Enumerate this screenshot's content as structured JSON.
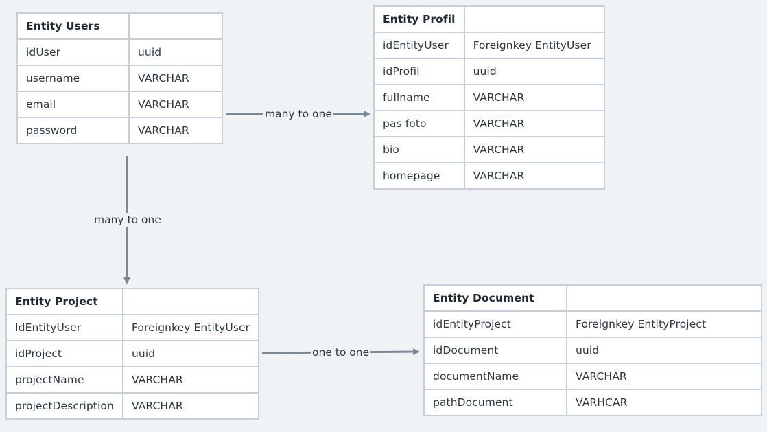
{
  "colors": {
    "background": "#f0f3f6",
    "border": "#c7d0da",
    "arrow": "#7a8896"
  },
  "entities": {
    "users": {
      "title": "Entity Users",
      "rows": [
        {
          "field": "idUser",
          "type": "uuid"
        },
        {
          "field": "username",
          "type": "VARCHAR"
        },
        {
          "field": "email",
          "type": "VARCHAR"
        },
        {
          "field": "password",
          "type": "VARCHAR"
        }
      ]
    },
    "profil": {
      "title": "Entity Profil",
      "rows": [
        {
          "field": "idEntityUser",
          "type": "Foreignkey EntityUser"
        },
        {
          "field": "idProfil",
          "type": "uuid"
        },
        {
          "field": "fullname",
          "type": "VARCHAR"
        },
        {
          "field": "pas foto",
          "type": "VARCHAR"
        },
        {
          "field": "bio",
          "type": "VARCHAR"
        },
        {
          "field": "homepage",
          "type": "VARCHAR"
        }
      ]
    },
    "project": {
      "title": "Entity Project",
      "rows": [
        {
          "field": "IdEntityUser",
          "type": "Foreignkey EntityUser"
        },
        {
          "field": "idProject",
          "type": "uuid"
        },
        {
          "field": "projectName",
          "type": "VARCHAR"
        },
        {
          "field": "projectDescription",
          "type": "VARCHAR"
        }
      ]
    },
    "document": {
      "title": "Entity Document",
      "rows": [
        {
          "field": "idEntityProject",
          "type": "Foreignkey EntityProject"
        },
        {
          "field": "idDocument",
          "type": "uuid"
        },
        {
          "field": "documentName",
          "type": "VARCHAR"
        },
        {
          "field": "pathDocument",
          "type": "VARHCAR"
        }
      ]
    }
  },
  "relations": {
    "users_profil": "many to one",
    "users_project": "many to one",
    "project_document": "one to one"
  }
}
